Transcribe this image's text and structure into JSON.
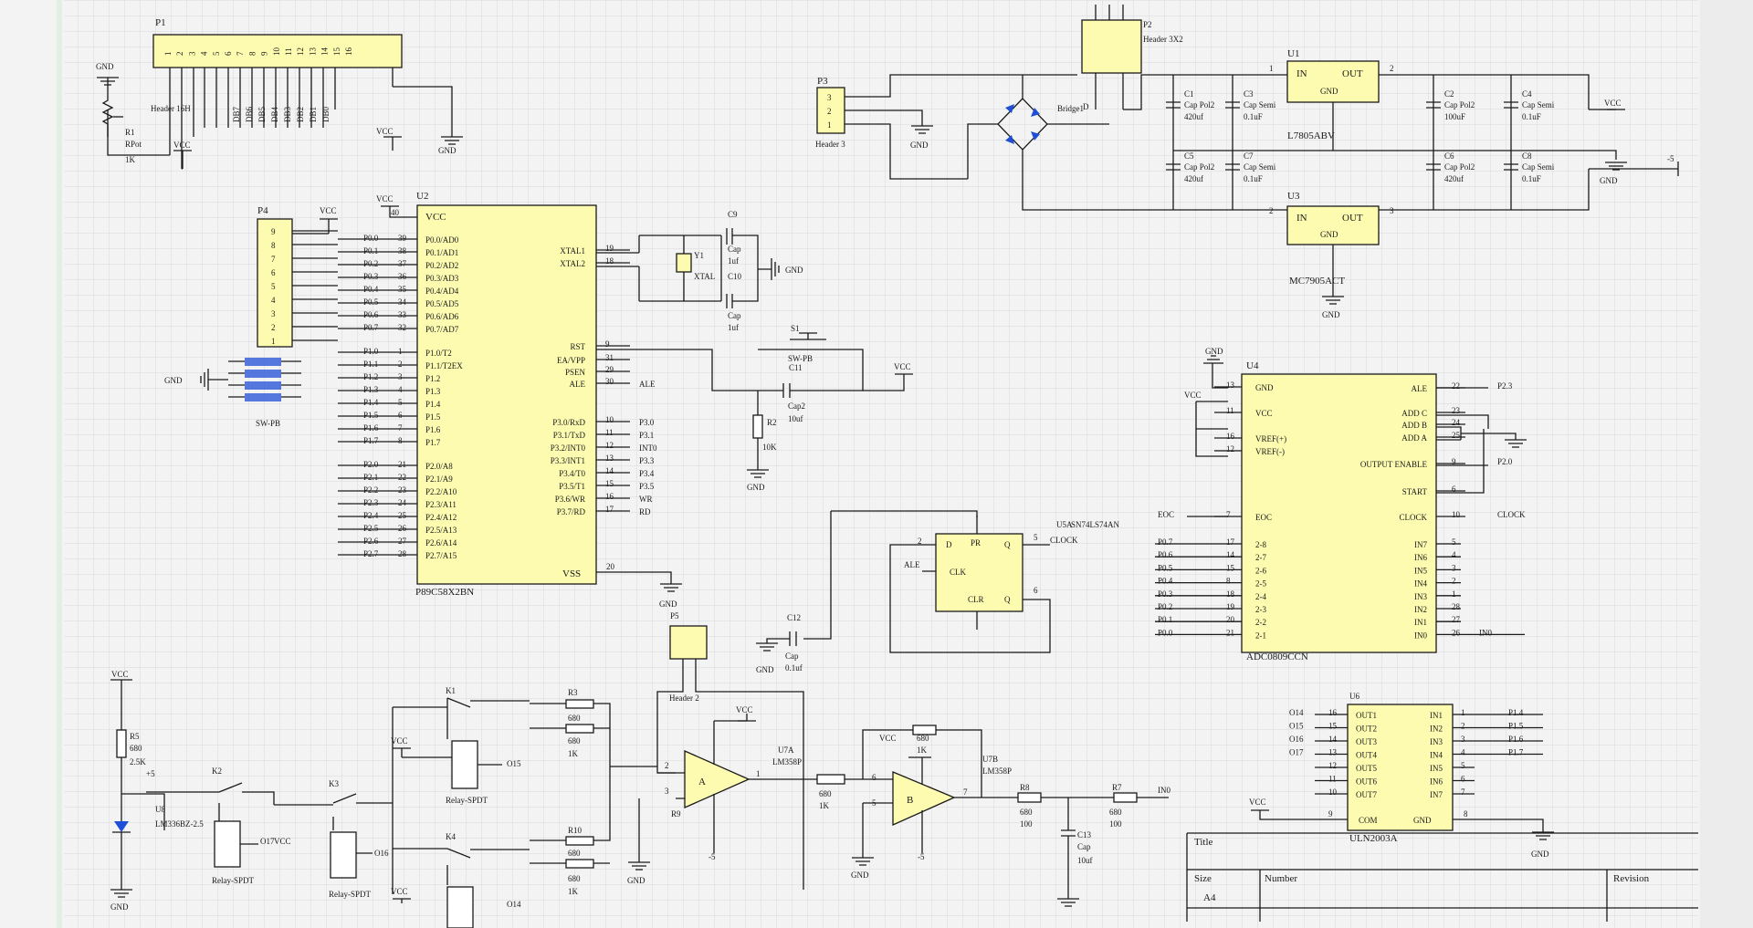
{
  "connectors": {
    "p1": {
      "ref": "P1",
      "name": "Header 16H",
      "pins": [
        "1",
        "2",
        "3",
        "4",
        "5",
        "6",
        "7",
        "8",
        "9",
        "10",
        "11",
        "12",
        "13",
        "14",
        "15",
        "16"
      ],
      "nets": [
        "DB7",
        "DB6",
        "DB5",
        "DB4",
        "DB3",
        "DB2",
        "DB1",
        "DB0"
      ]
    },
    "p2": {
      "ref": "P2",
      "name": "Header 3X2"
    },
    "p3": {
      "ref": "P3",
      "name": "Header 3",
      "pins": [
        "3",
        "2",
        "1"
      ]
    },
    "p4": {
      "ref": "P4",
      "pins": [
        "9",
        "8",
        "7",
        "6",
        "5",
        "4",
        "3",
        "2",
        "1"
      ]
    },
    "p5": {
      "ref": "P5",
      "name": "Header 2"
    }
  },
  "potentiometer": {
    "ref": "R1",
    "name": "RPot",
    "value": "1K"
  },
  "mcu": {
    "ref": "U2",
    "name": "P89C58X2BN",
    "vcc_label": "VCC",
    "vcc_pin": "40",
    "vss_label": "VSS",
    "vss_pin": "20",
    "left_pins": [
      {
        "net": "P0.0",
        "num": "39",
        "name": "P0.0/AD0"
      },
      {
        "net": "P0.1",
        "num": "38",
        "name": "P0.1/AD1"
      },
      {
        "net": "P0.2",
        "num": "37",
        "name": "P0.2/AD2"
      },
      {
        "net": "P0.3",
        "num": "36",
        "name": "P0.3/AD3"
      },
      {
        "net": "P0.4",
        "num": "35",
        "name": "P0.4/AD4"
      },
      {
        "net": "P0.5",
        "num": "34",
        "name": "P0.5/AD5"
      },
      {
        "net": "P0.6",
        "num": "33",
        "name": "P0.6/AD6"
      },
      {
        "net": "P0.7",
        "num": "32",
        "name": "P0.7/AD7"
      },
      {
        "net": "P1.0",
        "num": "1",
        "name": "P1.0/T2"
      },
      {
        "net": "P1.1",
        "num": "2",
        "name": "P1.1/T2EX"
      },
      {
        "net": "P1.2",
        "num": "3",
        "name": "P1.2"
      },
      {
        "net": "P1.3",
        "num": "4",
        "name": "P1.3"
      },
      {
        "net": "P1.4",
        "num": "5",
        "name": "P1.4"
      },
      {
        "net": "P1.5",
        "num": "6",
        "name": "P1.5"
      },
      {
        "net": "P1.6",
        "num": "7",
        "name": "P1.6"
      },
      {
        "net": "P1.7",
        "num": "8",
        "name": "P1.7"
      },
      {
        "net": "P2.0",
        "num": "21",
        "name": "P2.0/A8"
      },
      {
        "net": "P2.1",
        "num": "22",
        "name": "P2.1/A9"
      },
      {
        "net": "P2.2",
        "num": "23",
        "name": "P2.2/A10"
      },
      {
        "net": "P2.3",
        "num": "24",
        "name": "P2.3/A11"
      },
      {
        "net": "P2.4",
        "num": "25",
        "name": "P2.4/A12"
      },
      {
        "net": "P2.5",
        "num": "26",
        "name": "P2.5/A13"
      },
      {
        "net": "P2.6",
        "num": "27",
        "name": "P2.6/A14"
      },
      {
        "net": "P2.7",
        "num": "28",
        "name": "P2.7/A15"
      }
    ],
    "right_pins": [
      {
        "name": "XTAL1",
        "num": "19"
      },
      {
        "name": "XTAL2",
        "num": "18"
      },
      {
        "name": "RST",
        "num": "9"
      },
      {
        "name": "EA/VPP",
        "num": "31"
      },
      {
        "name": "PSEN",
        "num": "29"
      },
      {
        "name": "ALE",
        "num": "30",
        "net": "ALE"
      },
      {
        "name": "P3.0/RxD",
        "num": "10",
        "net": "P3.0"
      },
      {
        "name": "P3.1/TxD",
        "num": "11",
        "net": "P3.1"
      },
      {
        "name": "P3.2/INT0",
        "num": "12",
        "net": "INT0"
      },
      {
        "name": "P3.3/INT1",
        "num": "13",
        "net": "P3.3"
      },
      {
        "name": "P3.4/T0",
        "num": "14",
        "net": "P3.4"
      },
      {
        "name": "P3.5/T1",
        "num": "15",
        "net": "P3.5"
      },
      {
        "name": "P3.6/WR",
        "num": "16",
        "net": "WR"
      },
      {
        "name": "P3.7/RD",
        "num": "17",
        "net": "RD"
      }
    ]
  },
  "crystal": {
    "ref": "Y1",
    "name": "XTAL"
  },
  "caps": {
    "c9": {
      "ref": "C9",
      "name": "Cap",
      "value": "1uf"
    },
    "c10": {
      "ref": "C10",
      "name": "Cap",
      "value": "1uf"
    },
    "c11": {
      "ref": "C11",
      "name": "Cap2",
      "value": "10uf"
    },
    "c12": {
      "ref": "C12",
      "name": "Cap",
      "value": "0.1uf"
    },
    "c13": {
      "ref": "C13",
      "name": "Cap",
      "value": "10uf"
    },
    "c1": {
      "ref": "C1",
      "name": "Cap Pol2",
      "value": "420uf"
    },
    "c3": {
      "ref": "C3",
      "name": "Cap Semi",
      "value": "0.1uF"
    },
    "c5": {
      "ref": "C5",
      "name": "Cap Pol2",
      "value": "420uf"
    },
    "c7": {
      "ref": "C7",
      "name": "Cap Semi",
      "value": "0.1uF"
    },
    "c2": {
      "ref": "C2",
      "name": "Cap Pol2",
      "value": "100uF"
    },
    "c4": {
      "ref": "C4",
      "name": "Cap Semi",
      "value": "0.1uF"
    },
    "c6": {
      "ref": "C6",
      "name": "Cap Pol2",
      "value": "420uf"
    },
    "c8": {
      "ref": "C8",
      "name": "Cap Semi",
      "value": "0.1uF"
    }
  },
  "switch": {
    "ref": "S1",
    "name": "SW-PB",
    "keypad_name": "SW-PB"
  },
  "resistors": {
    "r2": {
      "ref": "R2",
      "value": "10K"
    },
    "r3": {
      "ref": "R3",
      "v1": "680",
      "v2": "680",
      "v3": "1K"
    },
    "r5": {
      "ref": "R5",
      "v1": "680",
      "v2": "2.5K"
    },
    "r7": {
      "ref": "R7",
      "v1": "680",
      "v2": "100"
    },
    "r8": {
      "ref": "R8",
      "v1": "680",
      "v2": "100"
    },
    "r9": {
      "ref": "R9"
    },
    "r10": {
      "ref": "R10",
      "v1": "680",
      "v2": "680",
      "v3": "1K"
    },
    "r6": {
      "v1": "680",
      "v2": "1K"
    },
    "r4": {
      "v1": "680",
      "v2": "1K"
    }
  },
  "bridge": {
    "ref": "D",
    "name": "Bridge1"
  },
  "regulators": {
    "u1": {
      "ref": "U1",
      "name": "L7805ABV",
      "in": "IN",
      "out": "OUT",
      "gnd": "GND",
      "p1": "1",
      "p2": "2"
    },
    "u3": {
      "ref": "U3",
      "name": "MC7905ACT",
      "in": "IN",
      "out": "OUT",
      "gnd": "GND",
      "p1": "2",
      "p2": "3"
    }
  },
  "flipflop": {
    "ref": "U5A",
    "name": "SN74LS74AN",
    "d": "D",
    "pr": "PR",
    "q": "Q",
    "clk": "CLK",
    "clr": "CLR",
    "qn": "Q",
    "pin_d": "2",
    "pin_q": "5",
    "pin_qn": "6",
    "clock_net": "CLOCK",
    "ale_net": "ALE"
  },
  "adc": {
    "ref": "U4",
    "name": "ADC0809CCN",
    "left": [
      {
        "name": "GND",
        "num": "13"
      },
      {
        "name": "VCC",
        "num": "11"
      },
      {
        "name": "VREF(+)",
        "num": "16"
      },
      {
        "name": "VREF(-)",
        "num": "12"
      },
      {
        "name": "EOC",
        "num": "7",
        "net": "EOC"
      }
    ],
    "right": [
      {
        "name": "ALE",
        "num": "22",
        "net": "P2.3"
      },
      {
        "name": "ADD C",
        "num": "23"
      },
      {
        "name": "ADD B",
        "num": "24"
      },
      {
        "name": "ADD A",
        "num": "25"
      },
      {
        "name": "OUTPUT ENABLE",
        "num": "9",
        "net": "P2.0"
      },
      {
        "name": "START",
        "num": "6"
      },
      {
        "name": "CLOCK",
        "num": "10",
        "net": "CLOCK"
      }
    ],
    "data": [
      {
        "name": "2-8",
        "num": "17",
        "net": "P0.7"
      },
      {
        "name": "2-7",
        "num": "14",
        "net": "P0.6"
      },
      {
        "name": "2-6",
        "num": "15",
        "net": "P0.5"
      },
      {
        "name": "2-5",
        "num": "8",
        "net": "P0.4"
      },
      {
        "name": "2-4",
        "num": "18",
        "net": "P0.3"
      },
      {
        "name": "2-3",
        "num": "19",
        "net": "P0.2"
      },
      {
        "name": "2-2",
        "num": "20",
        "net": "P0.1"
      },
      {
        "name": "2-1",
        "num": "21",
        "net": "P0.0"
      }
    ],
    "inputs": [
      {
        "name": "IN7",
        "num": "5"
      },
      {
        "name": "IN6",
        "num": "4"
      },
      {
        "name": "IN5",
        "num": "3"
      },
      {
        "name": "IN4",
        "num": "2"
      },
      {
        "name": "IN3",
        "num": "1"
      },
      {
        "name": "IN2",
        "num": "28"
      },
      {
        "name": "IN1",
        "num": "27"
      },
      {
        "name": "IN0",
        "num": "26",
        "net": "IN0"
      }
    ]
  },
  "opamp": {
    "a_ref": "U7A",
    "b_ref": "U7B",
    "name": "LM358P",
    "a": "A",
    "b": "B",
    "pins_a": [
      "2",
      "3",
      "1"
    ],
    "pins_b": [
      "6",
      "5",
      "7"
    ]
  },
  "relays": {
    "k1": "K1",
    "k2": "K2",
    "k3": "K3",
    "k4": "K4",
    "name": "Relay-SPDT",
    "nets": [
      "O15",
      "O16",
      "O14",
      "O17"
    ]
  },
  "zener": {
    "ref": "U8",
    "name": "LM336BZ-2.5"
  },
  "uln": {
    "ref": "U6",
    "name": "ULN2003A",
    "out": [
      {
        "name": "OUT1",
        "num": "16",
        "net": "O14"
      },
      {
        "name": "OUT2",
        "num": "15",
        "net": "O15"
      },
      {
        "name": "OUT3",
        "num": "14",
        "net": "O16"
      },
      {
        "name": "OUT4",
        "num": "13",
        "net": "O17"
      },
      {
        "name": "OUT5",
        "num": "12"
      },
      {
        "name": "OUT6",
        "num": "11"
      },
      {
        "name": "OUT7",
        "num": "10"
      }
    ],
    "in": [
      {
        "name": "IN1",
        "num": "1",
        "net": "P1.4"
      },
      {
        "name": "IN2",
        "num": "2",
        "net": "P1.5"
      },
      {
        "name": "IN3",
        "num": "3",
        "net": "P1.6"
      },
      {
        "name": "IN4",
        "num": "4",
        "net": "P1.7"
      },
      {
        "name": "IN5",
        "num": "5"
      },
      {
        "name": "IN6",
        "num": "6"
      },
      {
        "name": "IN7",
        "num": "7"
      }
    ],
    "com": "COM",
    "com_num": "9",
    "gnd": "GND",
    "gnd_num": "8"
  },
  "power": {
    "vcc": "VCC",
    "gnd": "GND",
    "plus5": "+5",
    "minus5": "-5"
  },
  "net_labels": {
    "in0": "IN0",
    "clock": "CLOCK",
    "ale": "ALE",
    "p23": "P2.3",
    "p20": "P2.0",
    "eoc": "EOC"
  },
  "title_block": {
    "title": "Title",
    "size": "Size",
    "size_value": "A4",
    "number": "Number",
    "revision": "Revision"
  },
  "colors": {
    "paper": "#f3f3f3",
    "grid": "#d9d9d9",
    "component_fill": "#fdfbb0",
    "wire": "#1a1a1a",
    "diode": "#1f4fd6"
  }
}
